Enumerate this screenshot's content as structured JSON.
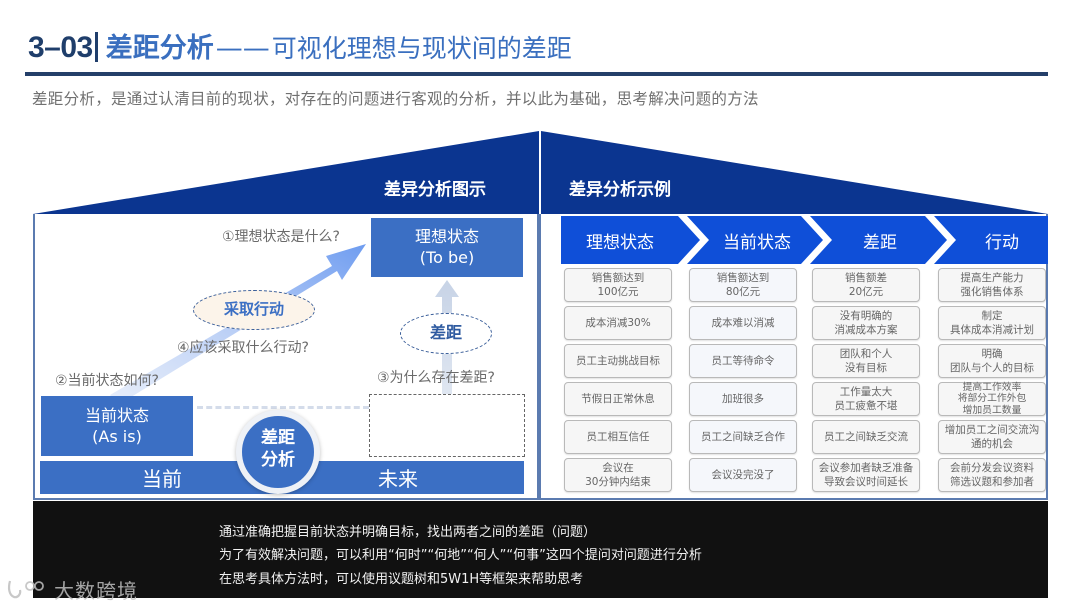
{
  "header": {
    "section_number": "3–03",
    "title_main": "差距分析",
    "title_dash": "——",
    "title_sub": "可视化理想与现状间的差距",
    "intro": "差距分析，是通过认清目前的现状，对存在的问题进行客观的分析，并以此为基础，思考解决问题的方法"
  },
  "left_panel": {
    "heading": "差异分析图示",
    "questions": {
      "q1": "①理想状态是什么?",
      "q2": "②当前状态如何?",
      "q3": "③为什么存在差距?",
      "q4": "④应该采取什么行动?"
    },
    "ideal_state": {
      "label": "理想状态",
      "sub": "(To be)"
    },
    "current_state": {
      "label": "当前状态",
      "sub": "(As is)"
    },
    "take_action_oval": "采取行动",
    "gap_oval": "差距",
    "timeline": {
      "now": "当前",
      "future": "未来"
    },
    "center_circle": {
      "line1": "差距",
      "line2": "分析"
    }
  },
  "right_panel": {
    "heading": "差异分析示例",
    "steps": [
      "理想状态",
      "当前状态",
      "差距",
      "行动"
    ],
    "rows": [
      [
        "销售额达到\n100亿元",
        "销售额达到\n80亿元",
        "销售额差\n20亿元",
        "提高生产能力\n强化销售体系"
      ],
      [
        "成本消减30%",
        "成本难以消减",
        "没有明确的\n消减成本方案",
        "制定\n具体成本消减计划"
      ],
      [
        "员工主动挑战目标",
        "员工等待命令",
        "团队和个人\n没有目标",
        "明确\n团队与个人的目标"
      ],
      [
        "节假日正常休息",
        "加班很多",
        "工作量太大\n员工疲惫不堪",
        "提高工作效率\n将部分工作外包\n增加员工数量"
      ],
      [
        "员工相互信任",
        "员工之间缺乏合作",
        "员工之间缺乏交流",
        "增加员工之间交流沟\n通的机会"
      ],
      [
        "会议在\n30分钟内结束",
        "会议没完没了",
        "会议参加者缺乏准备\n导致会议时间延长",
        "会前分发会议资料\n筛选议题和参加者"
      ]
    ]
  },
  "footer": {
    "lines": [
      "通过准确把握目前状态并明确目标，找出两者之间的差距（问题）",
      "为了有效解决问题，可以利用“何时”“何地”“何人”“何事”这四个提问对问题进行分析",
      "在思考具体方法时，可以使用议题树和5W1H等框架来帮助思考"
    ]
  },
  "watermark": {
    "text": "大数跨境"
  },
  "colors": {
    "navy": "#0b3590",
    "title_dark": "#1f3e6b",
    "title_blue": "#3a6fbf",
    "box_blue": "#3b6fc4",
    "chevron_blue": "#0f4fd8",
    "footer_bg": "#111111"
  }
}
